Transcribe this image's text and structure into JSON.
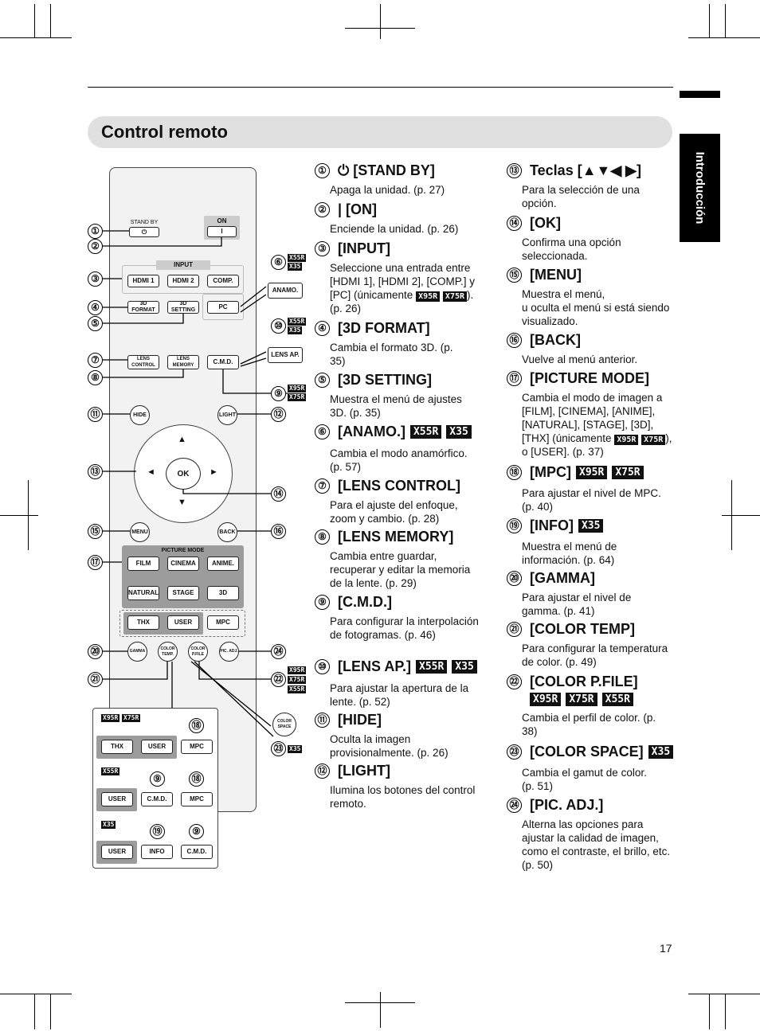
{
  "page": {
    "title": "Control remoto",
    "section_tab": "Introducción",
    "page_number": "17"
  },
  "remote": {
    "stand_by": "STAND BY",
    "stand_by_symbol": "⏻",
    "on": "ON",
    "on_symbol": "I",
    "input_group": "INPUT",
    "hdmi1": "HDMI 1",
    "hdmi2": "HDMI 2",
    "comp": "COMP.",
    "format3d": "3D FORMAT",
    "setting3d": "3D SETTING",
    "pc": "PC",
    "anamo": "ANAMO.",
    "lens_control": "LENS CONTROL",
    "lens_memory": "LENS MEMORY",
    "cmd": "C.M.D.",
    "lens_ap": "LENS AP.",
    "hide": "HIDE",
    "light": "LIGHT",
    "ok": "OK",
    "up": "▲",
    "down": "▼",
    "left": "◄",
    "right": "►",
    "menu": "MENU",
    "back": "BACK",
    "picture_mode_group": "PICTURE MODE",
    "film": "FILM",
    "cinema": "CINEMA",
    "anime": "ANIME.",
    "natural": "NATURAL",
    "stage": "STAGE",
    "btn3d": "3D",
    "thx": "THX",
    "user": "USER",
    "mpc": "MPC",
    "gamma": "GAMMA",
    "color_temp": "COLOR TEMP.",
    "color_pfile": "COLOR P.FILE",
    "pic_adj": "PIC. ADJ.",
    "color_space": "COLOR SPACE",
    "info": "INFO"
  },
  "models": {
    "x55r": "X55R",
    "x35": "X35",
    "x95r": "X95R",
    "x75r": "X75R"
  },
  "callouts": [
    "①",
    "②",
    "③",
    "④",
    "⑤",
    "⑥",
    "⑦",
    "⑧",
    "⑨",
    "⑩",
    "⑪",
    "⑫",
    "⑬",
    "⑭",
    "⑮",
    "⑯",
    "⑰",
    "⑱",
    "⑲",
    "⑳",
    "㉑",
    "㉒",
    "㉓",
    "㉔"
  ],
  "items": {
    "i1": {
      "num": "①",
      "label": "⏻ [STAND BY]",
      "desc": "Apaga la unidad. (p. 27)"
    },
    "i2": {
      "num": "②",
      "label": "| [ON]",
      "desc": "Enciende la unidad. (p. 26)"
    },
    "i3": {
      "num": "③",
      "label": "[INPUT]",
      "desc_a": "Seleccione una entrada entre [HDMI 1], [HDMI 2], [COMP.] y [PC] (únicamente",
      "desc_b": "). (p. 26)"
    },
    "i4": {
      "num": "④",
      "label": "[3D FORMAT]",
      "desc": "Cambia el formato 3D. (p. 35)"
    },
    "i5": {
      "num": "⑤",
      "label": "[3D SETTING]",
      "desc": "Muestra el menú de ajustes 3D. (p. 35)"
    },
    "i6": {
      "num": "⑥",
      "label": "[ANAMO.]",
      "desc": "Cambia el modo anamórfico. (p. 57)"
    },
    "i7": {
      "num": "⑦",
      "label": "[LENS CONTROL]",
      "desc": "Para el ajuste del enfoque, zoom y cambio. (p. 28)"
    },
    "i8": {
      "num": "⑧",
      "label": "[LENS MEMORY]",
      "desc": "Cambia entre guardar, recuperar y editar la memoria de la lente. (p. 29)"
    },
    "i9": {
      "num": "⑨",
      "label": "[C.M.D.]",
      "desc": "Para configurar la interpolación de fotogramas. (p. 46)"
    },
    "i10": {
      "num": "⑩",
      "label": "[LENS AP.]",
      "desc": "Para ajustar la apertura de la lente. (p. 52)"
    },
    "i11": {
      "num": "⑪",
      "label": "[HIDE]",
      "desc": "Oculta la imagen provisionalmente. (p. 26)"
    },
    "i12": {
      "num": "⑫",
      "label": "[LIGHT]",
      "desc": "Ilumina los botones del control remoto."
    },
    "i13": {
      "num": "⑬",
      "label": "Teclas [▲▼◀ ▶]",
      "desc": "Para la selección de una opción."
    },
    "i14": {
      "num": "⑭",
      "label": "[OK]",
      "desc": "Confirma una opción seleccionada."
    },
    "i15": {
      "num": "⑮",
      "label": "[MENU]",
      "desc_a": "Muestra el menú,",
      "desc_b": "u oculta el menú si está siendo visualizado."
    },
    "i16": {
      "num": "⑯",
      "label": "[BACK]",
      "desc": "Vuelve al menú anterior."
    },
    "i17": {
      "num": "⑰",
      "label": "[PICTURE MODE]",
      "desc_a": "Cambia el modo de imagen a [FILM], [CINEMA], [ANIME], [NATURAL], [STAGE], [3D], [THX] (únicamente",
      "desc_b": "), o [USER]. (p. 37)"
    },
    "i18": {
      "num": "⑱",
      "label": "[MPC]",
      "desc": "Para ajustar el nivel de MPC. (p. 40)"
    },
    "i19": {
      "num": "⑲",
      "label": "[INFO]",
      "desc": "Muestra el menú de información. (p. 64)"
    },
    "i20": {
      "num": "⑳",
      "label": "[GAMMA]",
      "desc": "Para ajustar el nivel de gamma. (p. 41)"
    },
    "i21": {
      "num": "㉑",
      "label": "[COLOR TEMP]",
      "desc": "Para configurar la temperatura de color. (p. 49)"
    },
    "i22": {
      "num": "㉒",
      "label": "[COLOR P.FILE]",
      "desc": "Cambia el perfil de color. (p. 38)"
    },
    "i23": {
      "num": "㉓",
      "label": "[COLOR SPACE]",
      "desc": "Cambia el gamut de color. (p. 51)"
    },
    "i24": {
      "num": "㉔",
      "label": "[PIC. ADJ.]",
      "desc": "Alterna las opciones para ajustar la calidad de imagen, como el contraste, el brillo, etc. (p. 50)"
    }
  }
}
